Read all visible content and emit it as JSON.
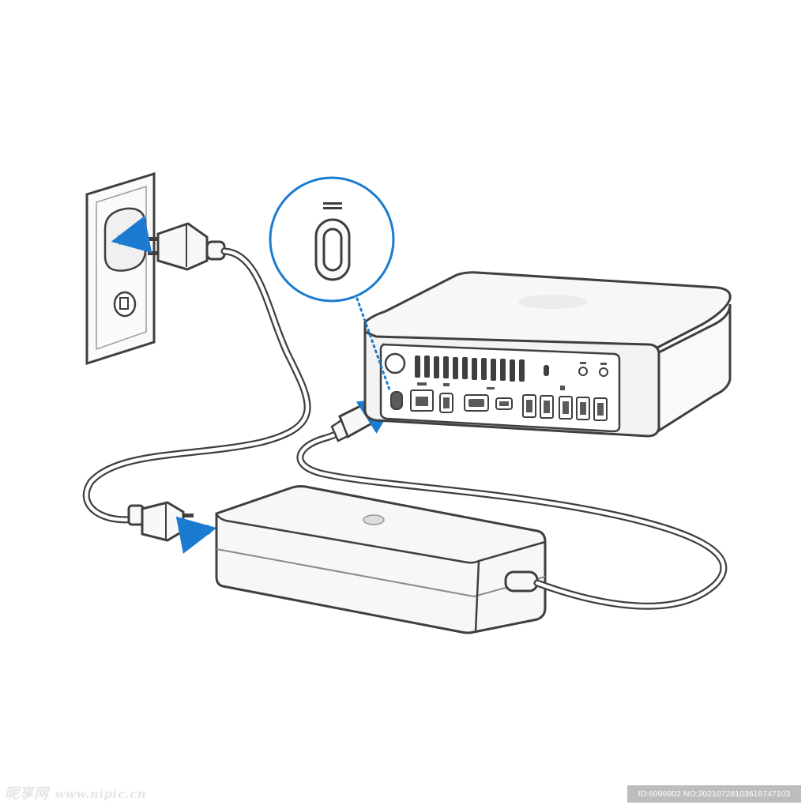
{
  "watermark": {
    "brand": "昵享网",
    "site": "www.nipic.cn",
    "id_text": "ID:6096902 NO:20210728103616747103"
  },
  "colors": {
    "line": "#3f3f3f",
    "accent": "#1a7bd1",
    "device_fill": "#f6f6f6",
    "port_dark": "#5a5a5a"
  },
  "icons": [
    "wall-outlet-icon",
    "ac-plug-icon",
    "power-adapter-icon",
    "mac-mini-icon",
    "power-port-icon",
    "insert-arrow-icon"
  ]
}
